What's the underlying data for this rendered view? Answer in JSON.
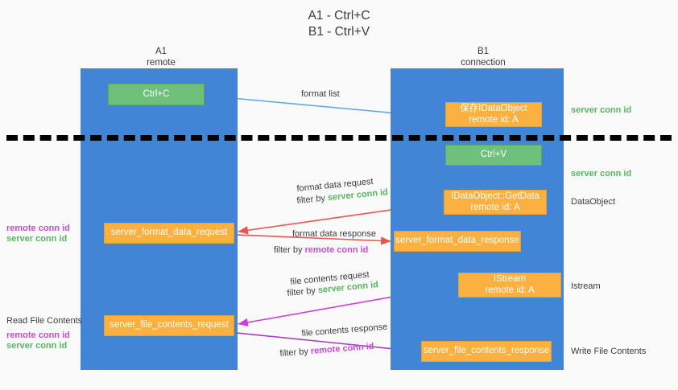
{
  "title": {
    "line1": "A1 - Ctrl+C",
    "line2": "B1 - Ctrl+V"
  },
  "lanes": [
    {
      "id": "a1",
      "name": "A1",
      "role": "remote",
      "color": "#4285d6"
    },
    {
      "id": "b1",
      "name": "B1",
      "role": "connection",
      "color": "#4285d6"
    }
  ],
  "colors": {
    "lane": "#4285d6",
    "green_box": "#6fc07a",
    "orange_box": "#fbb040",
    "server_conn_text": "#57b560",
    "remote_conn_text": "#c24fd0",
    "arrow_blue": "#6aa9e0",
    "arrow_red": "#e8564f",
    "arrow_magenta": "#cc3fd4",
    "arrow_purple": "#a43fc9",
    "arrow_black": "#000000",
    "divider": "#000000",
    "background": "#fafafa"
  },
  "nodes": {
    "ctrl_c": {
      "label": "Ctrl+C",
      "kind": "green"
    },
    "idataobject": {
      "line1": "保存IDataObject",
      "line2": "remote id: A",
      "kind": "orange"
    },
    "ctrl_v": {
      "label": "Ctrl+V",
      "kind": "green"
    },
    "getdata": {
      "line1": "IDataObject::GetData",
      "line2": "remote id: A",
      "kind": "orange"
    },
    "format_data_request": {
      "label": "server_format_data_request",
      "kind": "orange"
    },
    "format_data_response": {
      "label": "server_format_data_response",
      "kind": "orange"
    },
    "istream": {
      "line1": "IStream",
      "line2": "remote id: A",
      "kind": "orange"
    },
    "file_contents_request": {
      "label": "server_file_contents_request",
      "kind": "orange"
    },
    "file_contents_response": {
      "label": "server_file_contents_response",
      "kind": "orange"
    }
  },
  "annotations": {
    "format_list": "format list",
    "server_conn_id": "server conn id",
    "remote_conn_id": "remote conn id",
    "data_object": "DataObject",
    "istream_label": "Istream",
    "write_file_contents": "Write File Contents",
    "read_file_contents": "Read File Contents",
    "format_data_request": "format data request",
    "format_data_response": "format data response",
    "file_contents_request": "file contents request",
    "file_contents_response": "file contents response",
    "filter_by": "filter by"
  }
}
